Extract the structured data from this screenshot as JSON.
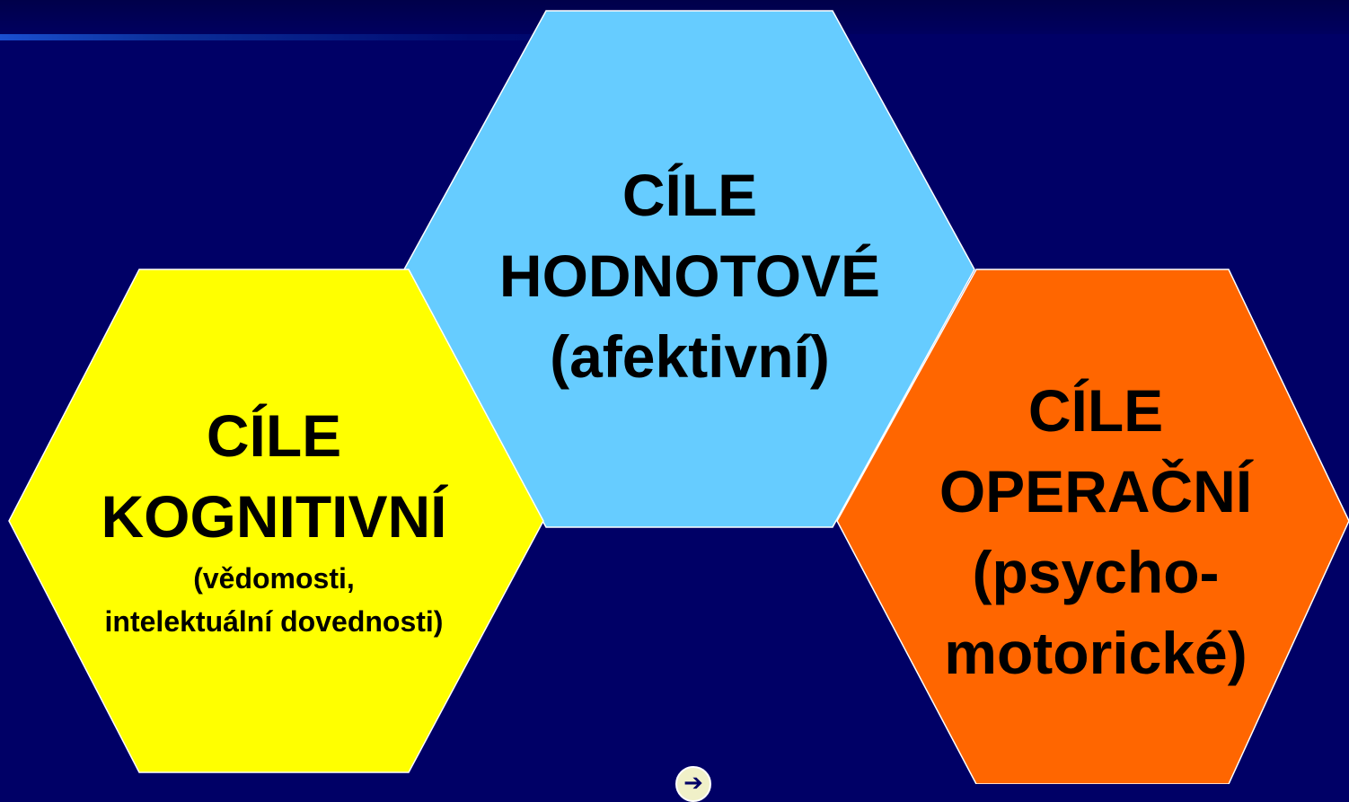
{
  "colors": {
    "background": "#000066",
    "cognitive": "#ffff00",
    "affective": "#66ccff",
    "operational": "#ff6600"
  },
  "hexagons": {
    "affective": {
      "title": "CÍLE",
      "subtitle": "HODNOTOVÉ",
      "detail": "(afektivní)"
    },
    "cognitive": {
      "title": "CÍLE",
      "subtitle": "KOGNITIVNÍ",
      "detail_line1": "(vědomosti,",
      "detail_line2": "intelektuální dovednosti)"
    },
    "operational": {
      "title": "CÍLE",
      "subtitle": "OPERAČNÍ",
      "detail_line1": "(psycho-",
      "detail_line2": "motorické)"
    }
  },
  "nav": {
    "next_icon": "arrow-right-icon",
    "next_glyph": "➔"
  }
}
